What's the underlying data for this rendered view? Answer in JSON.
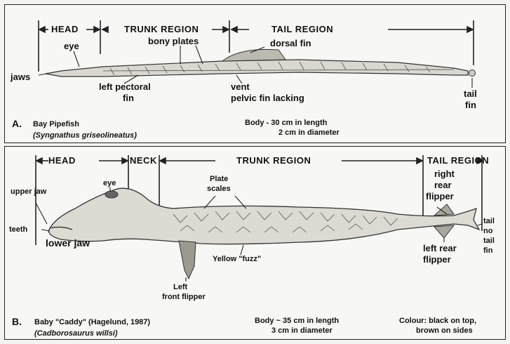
{
  "panel_a": {
    "regions": {
      "head": "HEAD",
      "trunk": "TRUNK REGION",
      "tail": "TAIL REGION"
    },
    "labels": {
      "eye": "eye",
      "bony_plates": "bony plates",
      "dorsal_fin": "dorsal fin",
      "jaws": "jaws",
      "left_pectoral_fin_1": "left pectoral",
      "left_pectoral_fin_2": "fin",
      "vent": "vent",
      "pelvic_fin": "pelvic fin lacking",
      "tail_fin_1": "tail",
      "tail_fin_2": "fin"
    },
    "caption": {
      "letter": "A.",
      "name": "Bay Pipefish",
      "latin": "(Syngnathus griseolineatus)",
      "body_1": "Body - 30 cm in length",
      "body_2": "2 cm in diameter"
    }
  },
  "panel_b": {
    "regions": {
      "head": "HEAD",
      "neck": "NECK",
      "trunk": "TRUNK REGION",
      "tail": "TAIL REGION"
    },
    "labels": {
      "upper_jaw": "upper jaw",
      "eye": "eye",
      "plate_1": "Plate",
      "plate_2": "scales",
      "right_rear_1": "right",
      "right_rear_2": "rear",
      "right_rear_3": "flipper",
      "teeth": "teeth",
      "lower_jaw": "lower jaw",
      "fuzz": "Yellow \"fuzz\"",
      "tail_1": "tail",
      "tail_2": "no",
      "tail_3": "tail",
      "tail_4": "fin",
      "left_front_1": "Left",
      "left_front_2": "front flipper",
      "left_rear_1": "left rear",
      "left_rear_2": "flipper"
    },
    "caption": {
      "letter": "B.",
      "name": "Baby \"Caddy\" (Hagelund, 1987)",
      "latin": "(Cadborosaurus willsi)",
      "body_1": "Body ~ 35 cm in length",
      "body_2": "3 cm in diameter",
      "colour_1": "Colour: black on top,",
      "colour_2": "brown on sides"
    }
  }
}
